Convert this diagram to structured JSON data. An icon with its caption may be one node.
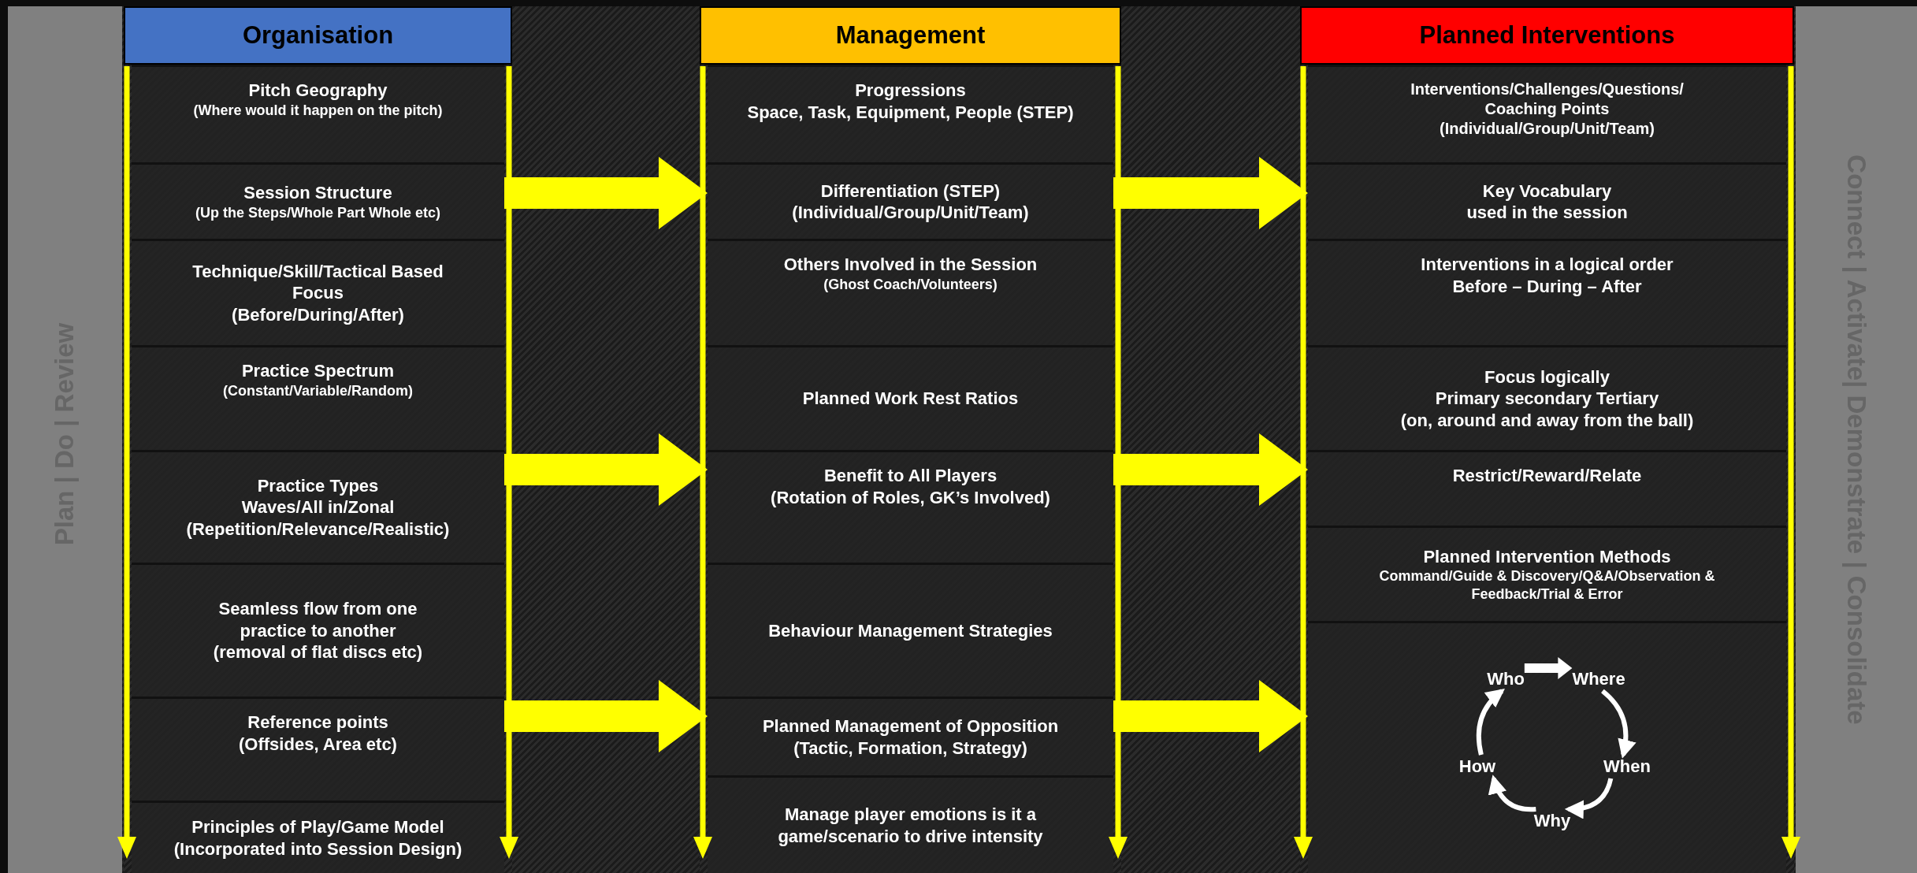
{
  "diagram": {
    "nodes": [
      {
        "text": [
          "Organisation"
        ]
      },
      {
        "text": [
          "Pitch Geography",
          "(Where would it happen on the pitch)"
        ],
        "in": 0
      },
      {
        "text": [
          "Session Structure",
          "(Up the Steps/Whole Part Whole etc)"
        ],
        "in": 0
      },
      {
        "text": [
          "Technique/Skill/Tactical Based Focus",
          "(Before/During/After)"
        ],
        "in": 0
      },
      {
        "text": [
          "Practice Spectrum",
          "(Constant/Variable/Random)"
        ],
        "in": 0
      },
      {
        "text": [
          "Practice Types",
          "Waves/All in/Zonal",
          "(Repetition/Relevance/Realistic)"
        ],
        "in": 0
      },
      {
        "text": [
          "Seamless flow from one practice to another",
          "(removal of flat discs etc)"
        ],
        "in": 0
      },
      {
        "text": [
          "Reference points",
          "(Offsides, Area etc)"
        ],
        "in": 0
      },
      {
        "text": [
          "Principles of Play/Game Model",
          "(Incorporated into Session Design)"
        ],
        "in": 0
      },
      {
        "text": [
          "Management"
        ]
      },
      {
        "text": [
          "Progressions",
          "Space, Task, Equipment, People (STEP)"
        ],
        "in": 9
      },
      {
        "text": [
          "Differentiation (STEP)",
          "(Individual/Group/Unit/Team)"
        ],
        "in": 9
      },
      {
        "text": [
          "Others Involved in the Session",
          "(Ghost Coach/Volunteers)"
        ],
        "in": 9
      },
      {
        "text": [
          "Planned Work Rest Ratios"
        ],
        "in": 9
      },
      {
        "text": [
          "Benefit to All Players",
          "(Rotation of Roles, GK’s Involved)"
        ],
        "in": 9
      },
      {
        "text": [
          "Behaviour Management Strategies"
        ],
        "in": 9
      },
      {
        "text": [
          "Planned Management of Opposition",
          "(Tactic, Formation, Strategy)"
        ],
        "in": 9
      },
      {
        "text": [
          "Manage player emotions is it a game/scenario to drive intensity"
        ],
        "in": 9
      },
      {
        "text": [
          "Planned Interventions"
        ]
      },
      {
        "text": [
          "Interventions/Challenges/Questions/ Coaching Points",
          "(Individual/Group/Unit/Team)"
        ],
        "in": 18
      },
      {
        "text": [
          "Key Vocabulary",
          "used in the session"
        ],
        "in": 18
      },
      {
        "text": [
          "Interventions in a logical order",
          "Before – During – After"
        ],
        "in": 18
      },
      {
        "text": [
          "Focus logically",
          "Primary secondary Tertiary",
          "(on, around and away from the ball)"
        ],
        "in": 18
      },
      {
        "text": [
          "Restrict/Reward/Relate"
        ],
        "in": 18
      },
      {
        "text": [
          "Planned Intervention Methods",
          "Command/Guide & Discovery/Q&A/Observation & Feedback/Trial & Error"
        ],
        "in": 18
      },
      {
        "text": [],
        "shape": "box",
        "in": 18
      },
      {
        "text": [
          "Who"
        ],
        "in": 25
      },
      {
        "text": [
          "Where"
        ],
        "in": 25
      },
      {
        "text": [
          "When"
        ],
        "in": 25
      },
      {
        "text": [
          "Why"
        ],
        "in": 25
      },
      {
        "text": [
          "How"
        ],
        "in": 25
      }
    ],
    "edges": [
      {
        "from": 2,
        "to": 11,
        "arrow": "to",
        "style": "thick",
        "color": "#ffff00"
      },
      {
        "from": 5,
        "to": 14,
        "arrow": "to",
        "style": "thick",
        "color": "#ffff00"
      },
      {
        "from": 7,
        "to": 16,
        "arrow": "to",
        "style": "thick",
        "color": "#ffff00"
      },
      {
        "from": 11,
        "to": 20,
        "arrow": "to",
        "style": "thick",
        "color": "#ffff00"
      },
      {
        "from": 14,
        "to": 23,
        "arrow": "to",
        "style": "thick",
        "color": "#ffff00"
      },
      {
        "from": 16,
        "to": 25,
        "arrow": "to",
        "style": "thick",
        "color": "#ffff00"
      },
      {
        "from": 26,
        "to": 27,
        "arrow": "to"
      },
      {
        "from": 27,
        "to": 28,
        "arrow": "to"
      },
      {
        "from": 28,
        "to": 29,
        "arrow": "to"
      },
      {
        "from": 29,
        "to": 30,
        "arrow": "to"
      },
      {
        "from": 30,
        "to": 26,
        "arrow": "to"
      }
    ],
    "labels": [
      "Plan | Do | Review",
      "Connect | Activate| Demonstrate | Consolidate"
    ]
  }
}
